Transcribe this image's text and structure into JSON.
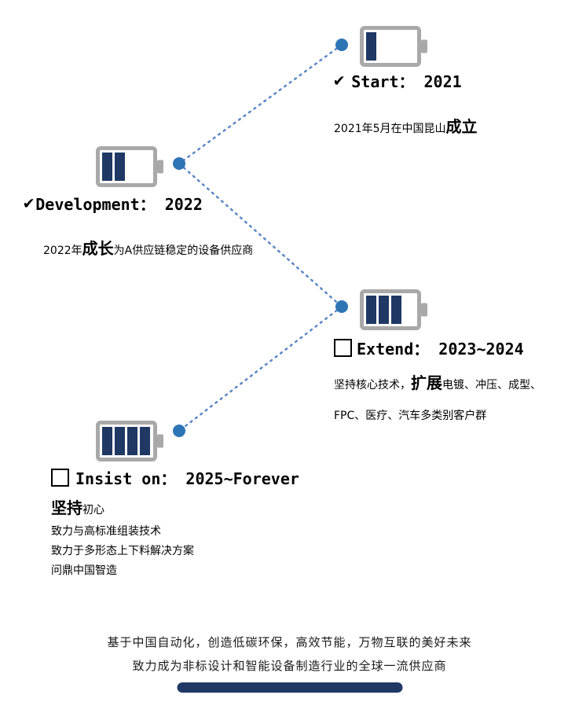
{
  "colors": {
    "battery_shell": "#a9a9a9",
    "battery_fill": "#1f3864",
    "dot": "#2e75b6",
    "connector": "#5b87c5",
    "footer_bar": "#1f3864"
  },
  "milestones": [
    {
      "marker": "✔",
      "label": "Start： 2021",
      "battery_level": 1,
      "battery_capacity": 4,
      "desc": {
        "prefix": "2021年5月在中国昆山",
        "highlight": "成立",
        "suffix": ""
      }
    },
    {
      "marker": "✔",
      "label": "Development： 2022",
      "battery_level": 2,
      "battery_capacity": 4,
      "desc": {
        "prefix": "2022年",
        "highlight": "成长",
        "suffix": "为A供应链稳定的设备供应商"
      }
    },
    {
      "marker": "box",
      "label": "Extend： 2023~2024",
      "battery_level": 3,
      "battery_capacity": 4,
      "desc": {
        "prefix": "坚持核心技术，",
        "highlight": "扩展",
        "suffix": "电镀、冲压、成型、FPC、医疗、汽车多类别客户群"
      }
    },
    {
      "marker": "box",
      "label": "Insist on： 2025~Forever",
      "battery_level": 4,
      "battery_capacity": 4,
      "headline": {
        "highlight": "坚持",
        "rest": "初心"
      },
      "lines": [
        "致力与高标准组装技术",
        "致力于多形态上下料解决方案",
        "问鼎中国智造"
      ]
    }
  ],
  "footer": {
    "line1": "基于中国自动化，创造低碳环保，高效节能，万物互联的美好未来",
    "line2": "致力成为非标设计和智能设备制造行业的全球一流供应商"
  }
}
